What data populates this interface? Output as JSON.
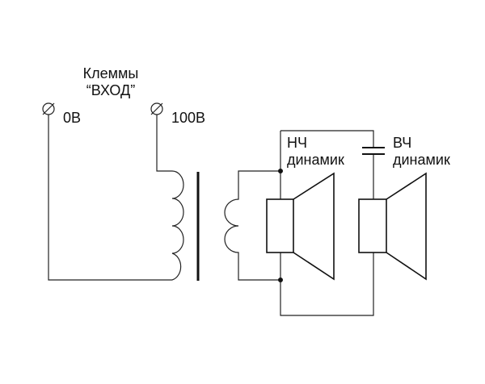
{
  "title": {
    "line1": "Клеммы",
    "line2": "“ВХОД”"
  },
  "terminals": [
    {
      "label": "0В"
    },
    {
      "label": "100В"
    }
  ],
  "speakers": {
    "low": {
      "line1": "НЧ",
      "line2": "динамик"
    },
    "high": {
      "line1": "ВЧ",
      "line2": "динамик"
    }
  }
}
